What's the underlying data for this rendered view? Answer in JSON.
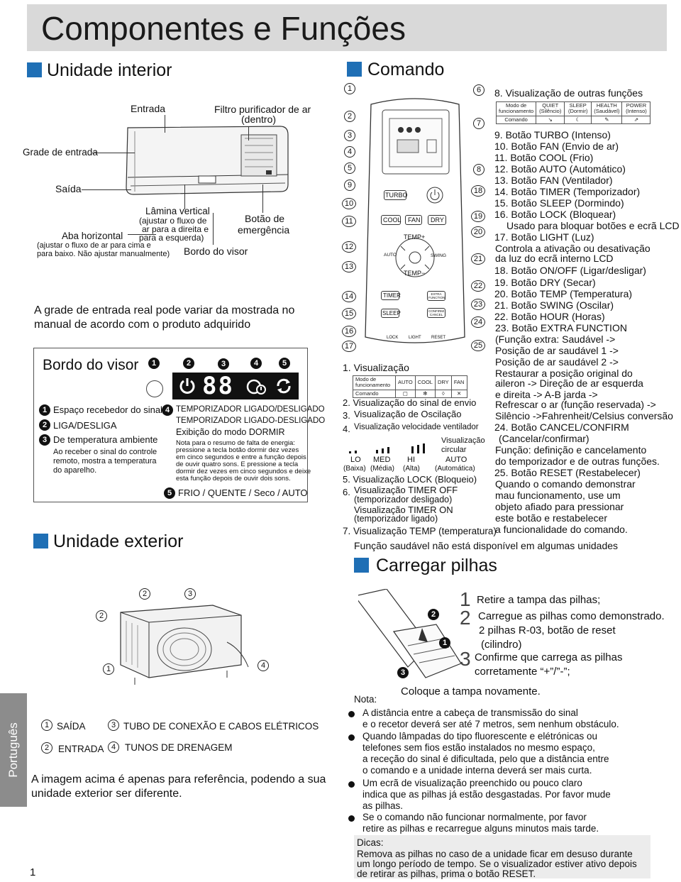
{
  "header": {
    "title": "Componentes e Funções"
  },
  "sidebar": {
    "language": "Português"
  },
  "page_number": "1",
  "indoor": {
    "heading": "Unidade interior",
    "labels": {
      "entrada": "Entrada",
      "filtro": "Filtro purificador de ar",
      "filtro2": "(dentro)",
      "grade_entrada": "Grade de entrada",
      "saida": "Saída",
      "lamina1": "Lâmina vertical",
      "lamina2": "(ajustar o fluxo de",
      "lamina3": "ar para a direita e",
      "lamina4": "para a esquerda)",
      "botao_em1": "Botão de",
      "botao_em2": "emergência",
      "aba": "Aba horizontal",
      "aba2": "(ajustar o fluxo de ar para cima e",
      "aba3": "para baixo. Não ajustar manualmente)",
      "bordo": "Bordo do visor"
    },
    "note1": "A grade de entrada real pode variar da mostrada no",
    "note2": "manual de acordo com o produto adquirido"
  },
  "display": {
    "heading": "Bordo do visor",
    "item1": "Espaço recebedor do sinal",
    "item2": "LIGA/DESLIGA",
    "item3": "De temperatura ambiente",
    "item3_note1": "Ao receber o sinal do controle",
    "item3_note2": "remoto, mostra a temperatura",
    "item3_note3": "do aparelho.",
    "item4_a": "TEMPORIZADOR LIGADO/DESLIGADO",
    "item4_b": "TEMPORIZADOR LIGADO-DESLIGADO",
    "item4_c": "Exibição do modo DORMIR",
    "item4_n1": "Nota para o resumo de falta de energia:",
    "item4_n2": "pressione a tecla botão dormir dez vezes",
    "item4_n3": "em cinco segundos e entre a função depois",
    "item4_n4": "de ouvir quatro sons. E pressione a tecla",
    "item4_n5": "dormir dez vezes em cinco segundos e deixe",
    "item4_n6": "esta função depois de ouvir dois sons.",
    "item5": "FRIO / QUENTE / Seco / AUTO",
    "digits": "88"
  },
  "outdoor": {
    "heading": "Unidade exterior",
    "l1": "SAÍDA",
    "l2": "ENTRADA",
    "l3": "TUBO DE CONEXÃO E CABOS ELÉTRICOS",
    "l4": "TUNOS DE DRENAGEM",
    "note1": "A imagem acima é apenas para referência, podendo a sua",
    "note2": "unidade exterior ser diferente."
  },
  "remote": {
    "heading": "Comando",
    "buttons": {
      "turbo": "TURBO",
      "cool": "COOL",
      "fan": "FAN",
      "dry": "DRY",
      "tempup": "TEMP+",
      "tempdown": "TEMP−",
      "auto": "AUTO",
      "swing": "SWING",
      "timer": "TIMER",
      "sleep": "SLEEP",
      "extra": "EXTRA FUNCTION",
      "confirm": "CONFIRM/ CANCEL",
      "lock": "LOCK",
      "light": "LIGHT",
      "reset": "RESET"
    },
    "v1": "1. Visualização",
    "v1_mode": "Modo de funcionamento",
    "v1_cmd": "Comando",
    "v1_cols": [
      "AUTO",
      "COOL",
      "DRY",
      "FAN"
    ],
    "v2": "2. Visualização do sinal de envio",
    "v3": "Visualização de Oscilação",
    "v4": "Visualização velocidade ventilador",
    "v4_circ1": "Visualização",
    "v4_circ2": "circular",
    "speeds": [
      "LO",
      "MED",
      "HI",
      "AUTO"
    ],
    "speeds_pt": [
      "(Baixa)",
      "(Média)",
      "(Alta)",
      "(Automática)"
    ],
    "v5": "5. Visualização LOCK (Bloqueio)",
    "v6a": "Visualização TIMER OFF",
    "v6b": "(temporizador desligado)",
    "v6c": "Visualização TIMER ON",
    "v6d": "(temporizador ligado)",
    "v7": "7. Visualização TEMP (temperatura)",
    "v7_note": "Função saudável não está disponível em algumas unidades",
    "n3": "3.",
    "n4": "4.",
    "n6": "6."
  },
  "functions": {
    "f8": "8. Visualização de outras funções",
    "f8_mode": "Modo de funcionamento",
    "f8_cmd": "Comando",
    "f8_cols": [
      "QUIET (Silêncio)",
      "SLEEP (Dormir)",
      "HEALTH (Saudável)",
      "POWER (Intenso)"
    ],
    "lines": [
      "9. Botão TURBO (Intenso)",
      "10. Botão FAN (Envio de ar)",
      "11. Botão COOL (Frio)",
      "12. Botão AUTO (Automático)",
      "13. Botão FAN (Ventilador)",
      "14. Botão TIMER (Temporizador)",
      "15. Botão SLEEP (Dormindo)",
      "16. Botão LOCK (Bloquear)",
      "Usado para bloquar botões e ecrã LCD",
      "17. Botão LIGHT (Luz)",
      "Controla a ativação ou desativação",
      "da luz do ecrã interno LCD",
      "18. Botão ON/OFF (Ligar/desligar)",
      "19. Botão DRY (Secar)",
      "20. Botão TEMP (Temperatura)",
      "21. Botão SWING (Oscilar)",
      "22. Botão HOUR (Horas)",
      "23. Botão EXTRA FUNCTION",
      "(Função extra: Saudável ->",
      "Posição de ar saudável 1 ->",
      "Posição de ar saudável 2 ->",
      "Restaurar a posição original do",
      "aileron -> Direção de ar esquerda",
      "e direita -> A-B jarda ->",
      "Refrescar o ar (função reservada) ->",
      "Silêncio ->Fahrenheit/Celsius conversão",
      "24. Botão CANCEL/CONFIRM",
      "(Cancelar/confirmar)",
      "Função: definição e cancelamento",
      "do temporizador e de outras funções.",
      "25. Botão RESET (Restabelecer)",
      "Quando o comando demonstrar",
      "mau funcionamento, use um",
      "objeto afiado para pressionar",
      "este botão e restabelecer",
      "a funcionalidade do comando."
    ]
  },
  "batteries": {
    "heading": "Carregar pilhas",
    "s1": "Retire a tampa das pilhas;",
    "s2a": "Carregue as pilhas como demonstrado.",
    "s2b": "2 pilhas R-03, botão de reset",
    "s2c": "(cilindro)",
    "s3a": "Confirme que carrega as pilhas",
    "s3b": "corretamente “+”/”-”;",
    "s4": "Coloque a tampa novamente.",
    "nota": "Nota:",
    "notes": [
      "A distância entre a cabeça de transmissão do sinal",
      "e o recetor deverá ser até 7 metros, sem nenhum obstáculo.",
      "Quando lâmpadas do tipo fluorescente e elétrónicas ou",
      "telefones sem fios estão instalados no mesmo espaço,",
      "a receção do sinal é dificultada, pelo que a distância entre",
      "o comando e a unidade interna deverá ser mais curta.",
      "Um ecrã de visualização preenchido ou pouco claro",
      "indica que as pilhas já estão desgastadas. Por favor mude",
      "as pilhas.",
      "Se o comando não funcionar normalmente, por favor",
      "retire as pilhas e recarregue alguns minutos mais tarde."
    ],
    "dicas": "Dicas:",
    "dicas_lines": [
      "Remova as pilhas no caso de a unidade ficar em desuso durante",
      "um longo período de tempo. Se o visualizador estiver ativo depois",
      "de retirar as pilhas, prima o botão RESET."
    ]
  },
  "colors": {
    "accent": "#1f6fb5",
    "header_bg": "#d9d9d9",
    "sidebar_bg": "#8c8c8c"
  }
}
